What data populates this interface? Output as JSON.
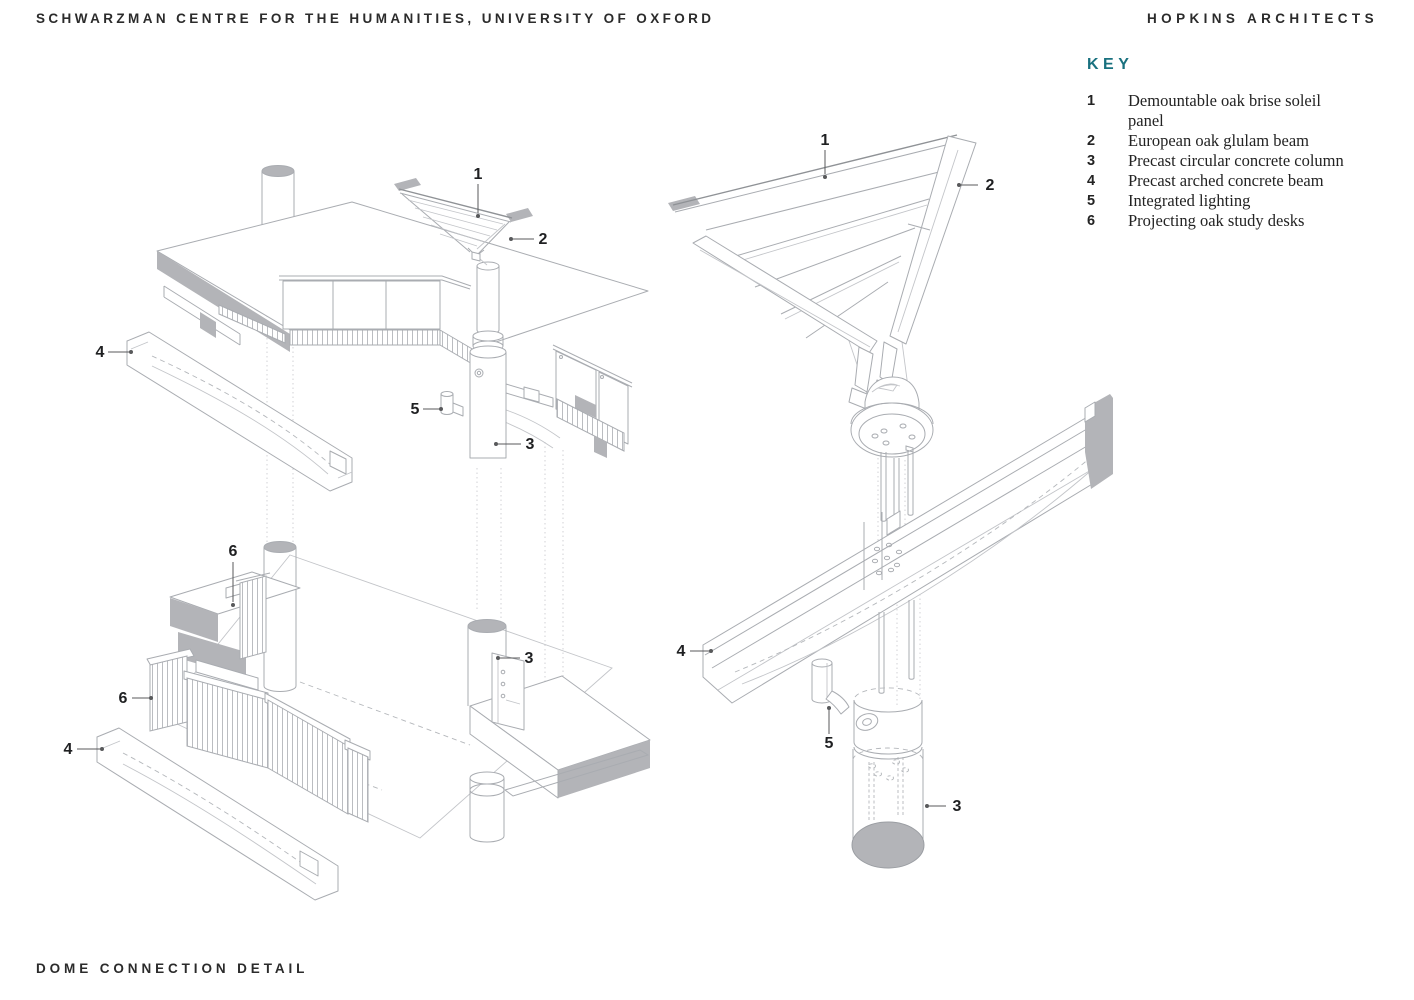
{
  "header": {
    "project_title": "SCHWARZMAN CENTRE FOR THE HUMANITIES, UNIVERSITY OF OXFORD",
    "firm_name": "HOPKINS ARCHITECTS"
  },
  "key": {
    "title": "KEY",
    "items": [
      {
        "number": "1",
        "label": "Demountable oak brise soleil\npanel"
      },
      {
        "number": "2",
        "label": "European oak glulam beam"
      },
      {
        "number": "3",
        "label": "Precast circular concrete column"
      },
      {
        "number": "4",
        "label": "Precast arched concrete beam"
      },
      {
        "number": "5",
        "label": "Integrated lighting"
      },
      {
        "number": "6",
        "label": "Projecting oak study desks"
      }
    ]
  },
  "footer": {
    "drawing_title": "DOME CONNECTION DETAIL"
  },
  "colors": {
    "accent_teal": "#19717f",
    "text": "#232323",
    "drawing_line": "#a9acb1",
    "shade_grey": "#b3b4b8"
  },
  "diagrams": {
    "left": {
      "callouts": [
        {
          "number": "1"
        },
        {
          "number": "2"
        },
        {
          "number": "4"
        },
        {
          "number": "5"
        },
        {
          "number": "3"
        },
        {
          "number": "6"
        },
        {
          "number": "3"
        },
        {
          "number": "6"
        },
        {
          "number": "4"
        }
      ]
    },
    "right": {
      "callouts": [
        {
          "number": "1"
        },
        {
          "number": "2"
        },
        {
          "number": "4"
        },
        {
          "number": "5"
        },
        {
          "number": "3"
        }
      ]
    }
  }
}
